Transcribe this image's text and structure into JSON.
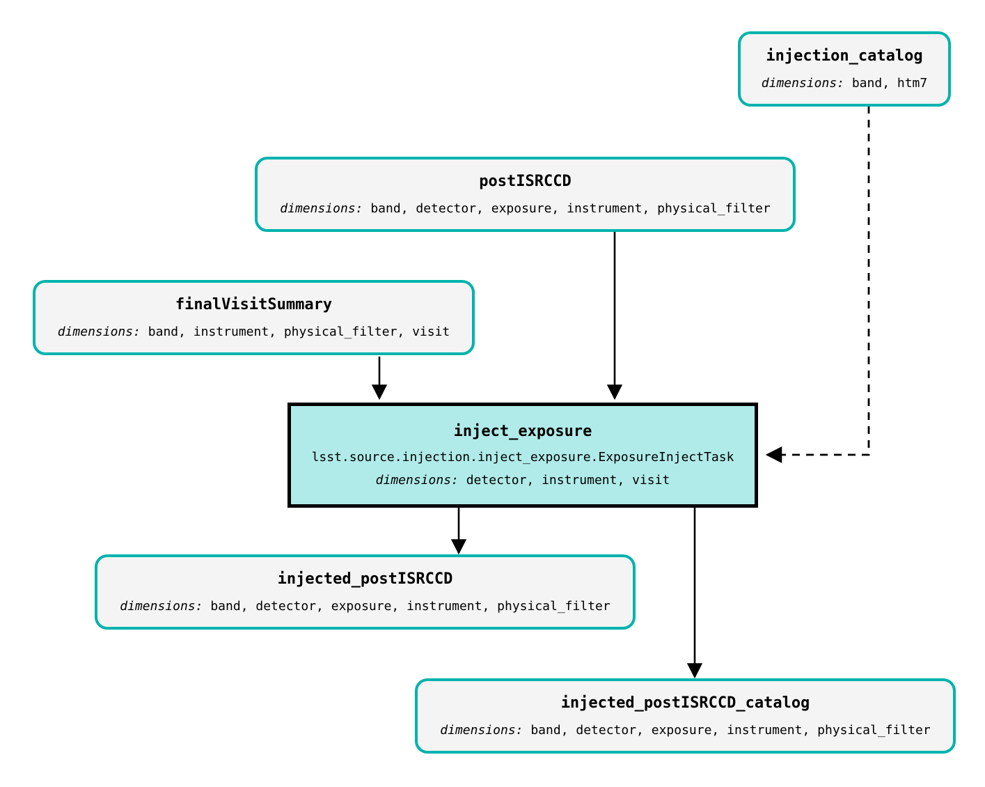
{
  "diagram": {
    "type": "pipeline-dag",
    "colors": {
      "dataset_border": "#00b3ad",
      "dataset_fill": "#f4f4f4",
      "task_border": "#000000",
      "task_fill": "#b0ebe9",
      "edge": "#000000",
      "background": "#ffffff"
    },
    "dimensions_label": "dimensions:",
    "nodes": {
      "injection_catalog": {
        "title": "injection_catalog",
        "dimensions": "band, htm7",
        "kind": "dataset"
      },
      "postISRCCD": {
        "title": "postISRCCD",
        "dimensions": "band, detector, exposure, instrument, physical_filter",
        "kind": "dataset"
      },
      "finalVisitSummary": {
        "title": "finalVisitSummary",
        "dimensions": "band, instrument, physical_filter, visit",
        "kind": "dataset"
      },
      "inject_exposure": {
        "title": "inject_exposure",
        "class_path": "lsst.source.injection.inject_exposure.ExposureInjectTask",
        "dimensions": "detector, instrument, visit",
        "kind": "task"
      },
      "injected_postISRCCD": {
        "title": "injected_postISRCCD",
        "dimensions": "band, detector, exposure, instrument, physical_filter",
        "kind": "dataset"
      },
      "injected_postISRCCD_catalog": {
        "title": "injected_postISRCCD_catalog",
        "dimensions": "band, detector, exposure, instrument, physical_filter",
        "kind": "dataset"
      }
    },
    "edges": [
      {
        "from": "postISRCCD",
        "to": "inject_exposure",
        "style": "solid"
      },
      {
        "from": "finalVisitSummary",
        "to": "inject_exposure",
        "style": "solid"
      },
      {
        "from": "injection_catalog",
        "to": "inject_exposure",
        "style": "dashed"
      },
      {
        "from": "inject_exposure",
        "to": "injected_postISRCCD",
        "style": "solid"
      },
      {
        "from": "inject_exposure",
        "to": "injected_postISRCCD_catalog",
        "style": "solid"
      }
    ]
  }
}
